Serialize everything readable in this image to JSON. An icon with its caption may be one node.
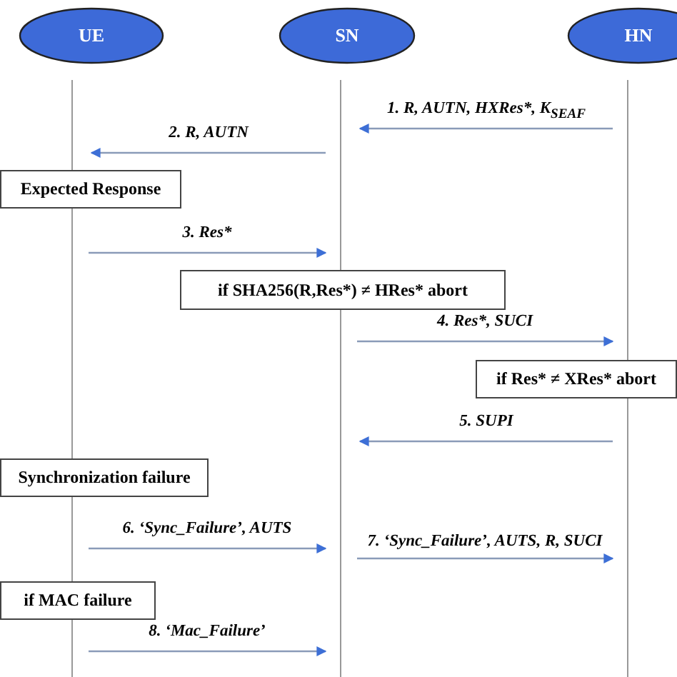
{
  "diagram": {
    "nodes": [
      {
        "text": [
          "UE"
        ]
      },
      {
        "text": [
          "SN"
        ]
      },
      {
        "text": [
          "HN"
        ]
      },
      {
        "text": [
          "Expected Response"
        ]
      },
      {
        "text": [
          "if SHA256(R,Res*) ≠ HRes* abort"
        ]
      },
      {
        "text": [
          "if Res* ≠ XRes* abort"
        ]
      },
      {
        "text": [
          "Synchronization failure"
        ]
      },
      {
        "text": [
          "if MAC failure"
        ]
      }
    ],
    "edges": [
      {
        "from": 2,
        "to": 1,
        "arrow": "to",
        "label": "1. R, AUTN, HXRes*, K$_{SEAF}$"
      },
      {
        "from": 1,
        "to": 0,
        "arrow": "to",
        "label": "2. R, AUTN"
      },
      {
        "from": 0,
        "to": 1,
        "arrow": "to",
        "label": "3. Res*"
      },
      {
        "from": 1,
        "to": 2,
        "arrow": "to",
        "label": "4. Res*, SUCI"
      },
      {
        "from": 2,
        "to": 1,
        "arrow": "to",
        "label": "5. SUPI"
      },
      {
        "from": 0,
        "to": 1,
        "arrow": "to",
        "label": "6. ‘Sync_Failure’, AUTS"
      },
      {
        "from": 1,
        "to": 2,
        "arrow": "to",
        "label": "7. ‘Sync_Failure’, AUTS, R, SUCI"
      },
      {
        "from": 0,
        "to": 1,
        "arrow": "to",
        "label": "8. ‘Mac_Failure’"
      }
    ]
  }
}
